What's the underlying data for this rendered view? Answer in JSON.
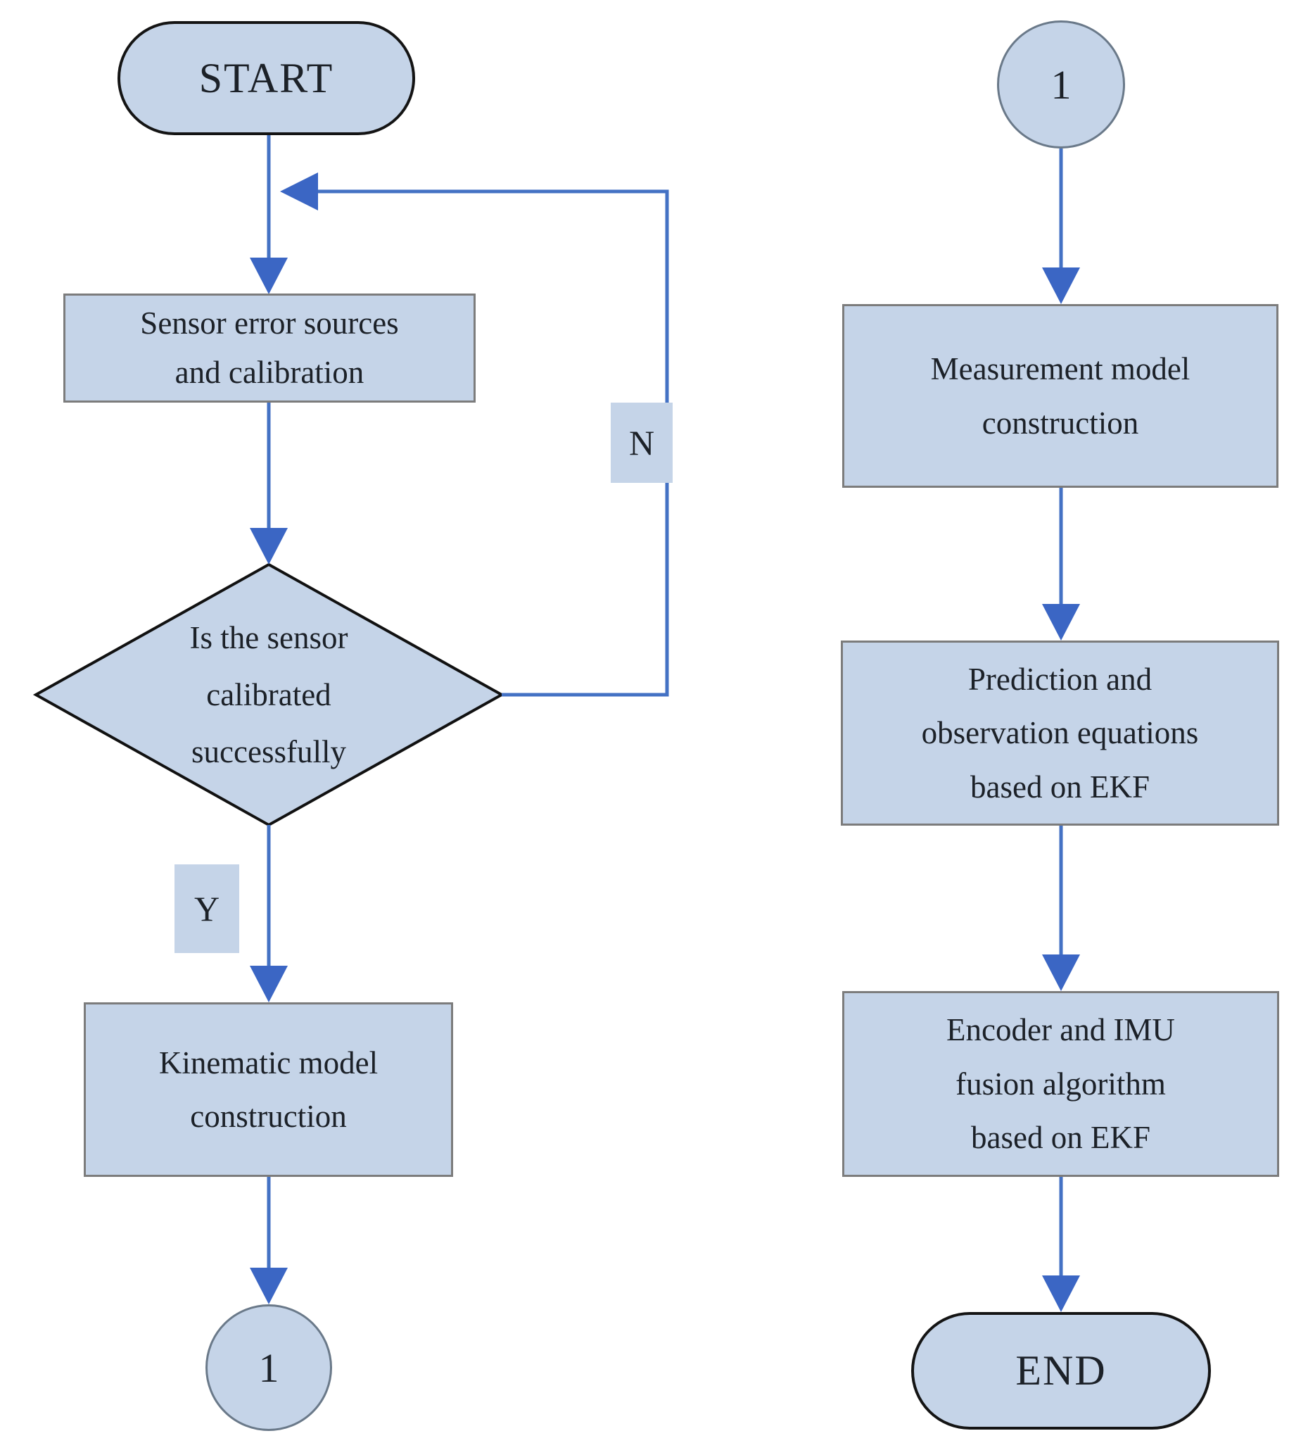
{
  "figure": {
    "type": "flowchart",
    "description": "Two-column flowchart of sensor calibration and EKF-based encoder/IMU fusion algorithm"
  },
  "colors": {
    "node_fill": "#c5d4e8",
    "arrow": "#4472c4",
    "arrowhead": "#3b66c4",
    "process_border": "#7c7c7c",
    "terminal_border": "#141414",
    "circle_border": "#6a7989",
    "text": "#1c2128",
    "bg": "#ffffff"
  },
  "nodes": {
    "start": {
      "label": "START",
      "shape": "terminal"
    },
    "sensor_calibration": {
      "label": "Sensor error sources\nand calibration",
      "shape": "process"
    },
    "calibration_decision": {
      "label": "Is the sensor\ncalibrated\nsuccessfully",
      "shape": "decision"
    },
    "kinematic_model": {
      "label": "Kinematic model\nconstruction",
      "shape": "process"
    },
    "connector_left": {
      "label": "1",
      "shape": "connector-circle"
    },
    "connector_right": {
      "label": "1",
      "shape": "connector-circle"
    },
    "measurement_model": {
      "label": "Measurement model\nconstruction",
      "shape": "process"
    },
    "prediction_observation": {
      "label": "Prediction and\nobservation equations\nbased on EKF",
      "shape": "process"
    },
    "encoder_imu_fusion": {
      "label": "Encoder and IMU\nfusion algorithm\nbased on EKF",
      "shape": "process"
    },
    "end": {
      "label": "END",
      "shape": "terminal"
    }
  },
  "edge_labels": {
    "no": "N",
    "yes": "Y"
  }
}
